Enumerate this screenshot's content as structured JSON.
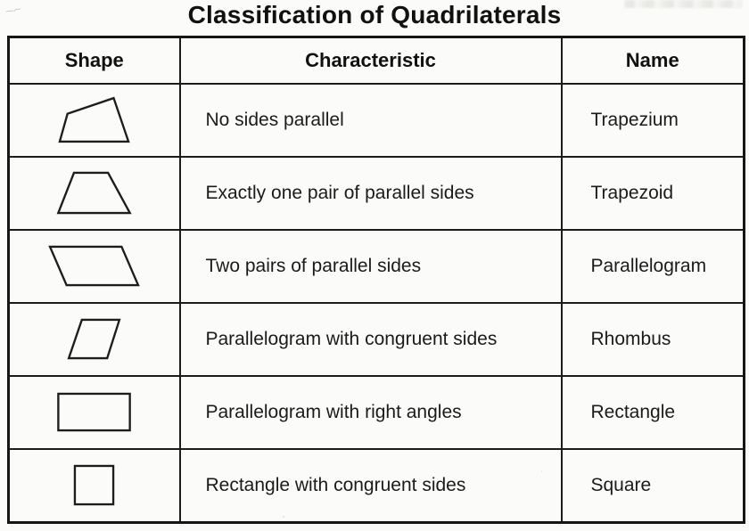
{
  "page": {
    "title": "Classification of Quadrilaterals"
  },
  "table": {
    "headers": {
      "shape": "Shape",
      "characteristic": "Characteristic",
      "name": "Name"
    },
    "rows": [
      {
        "shape_icon": "trapezium-shape",
        "characteristic": "No sides parallel",
        "name": "Trapezium"
      },
      {
        "shape_icon": "trapezoid-shape",
        "characteristic": "Exactly one pair of parallel sides",
        "name": "Trapezoid"
      },
      {
        "shape_icon": "parallelogram-shape",
        "characteristic": "Two pairs of parallel sides",
        "name": "Parallelogram"
      },
      {
        "shape_icon": "rhombus-shape",
        "characteristic": "Parallelogram with congruent sides",
        "name": "Rhombus"
      },
      {
        "shape_icon": "rectangle-shape",
        "characteristic": "Parallelogram with right angles",
        "name": "Rectangle"
      },
      {
        "shape_icon": "square-shape",
        "characteristic": "Rectangle with congruent sides",
        "name": "Square"
      }
    ],
    "ink_color": "#1d1d1d",
    "paper_color": "#fbfbf9"
  }
}
